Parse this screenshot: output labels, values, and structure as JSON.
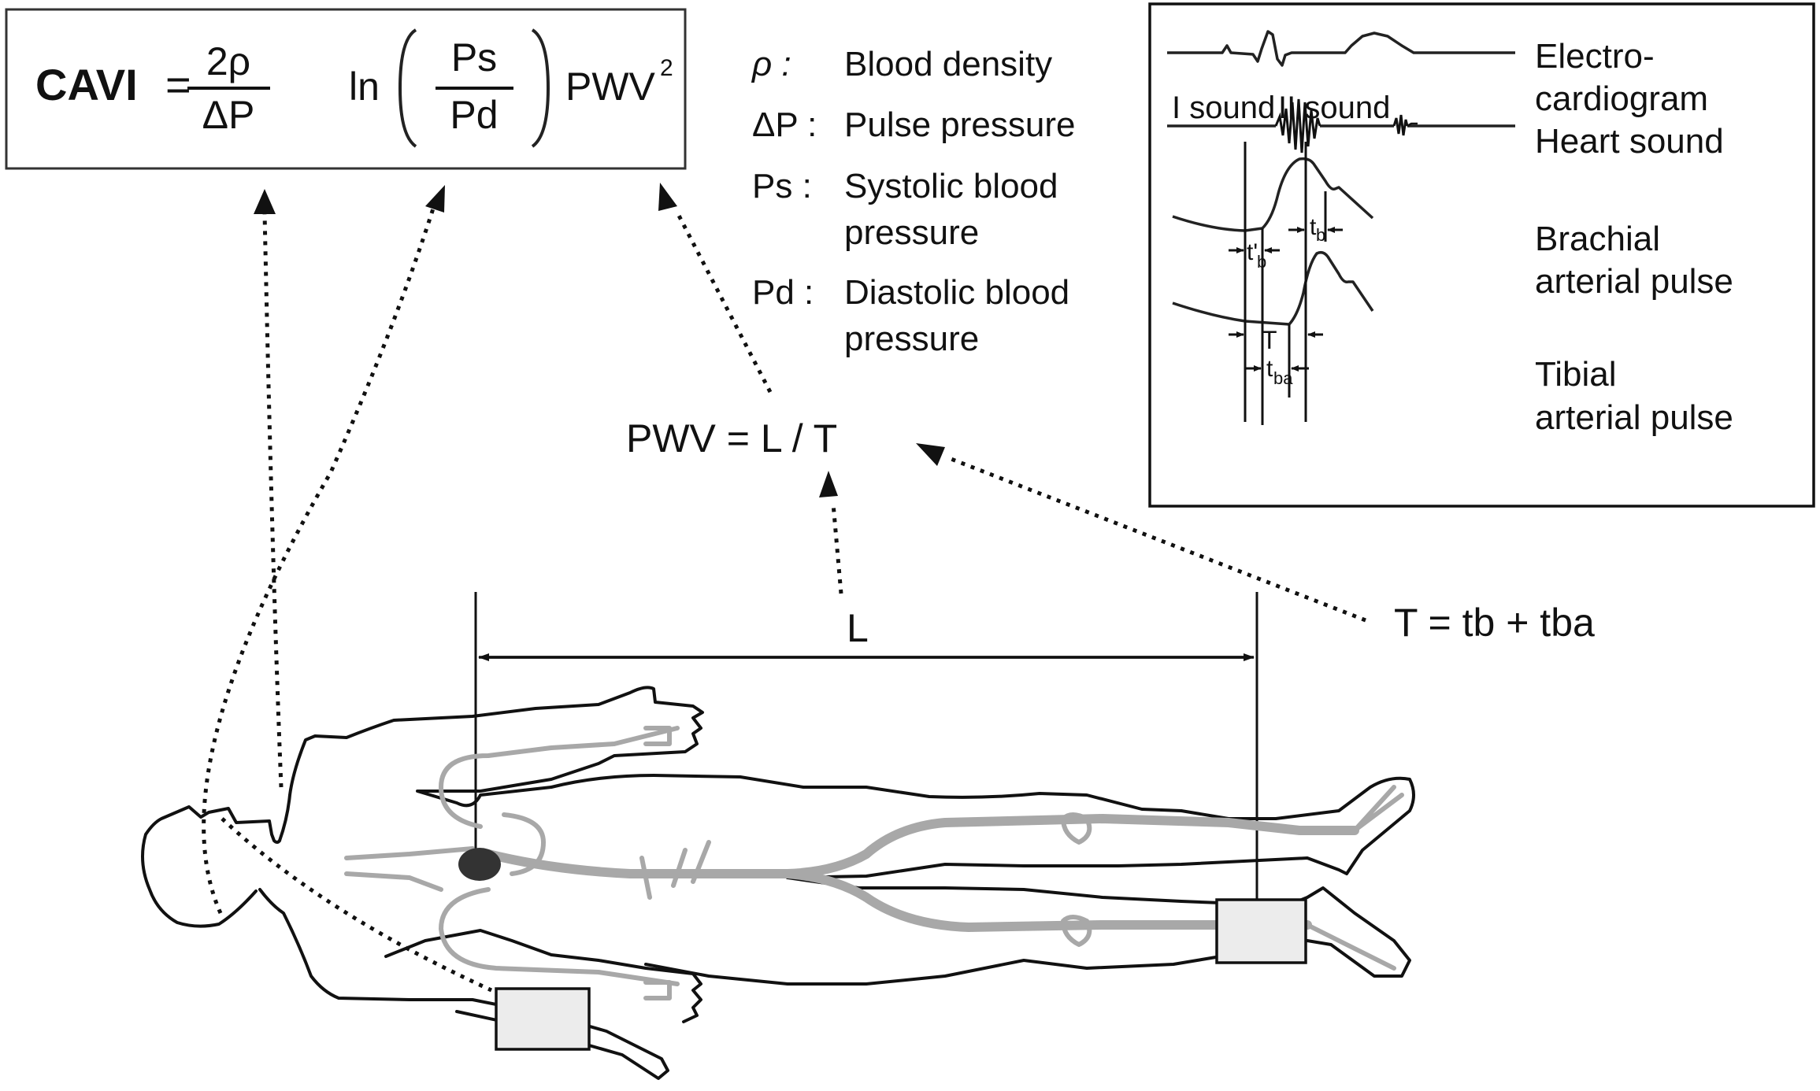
{
  "formula_box": {
    "lhs": "CAVI",
    "equals": "=",
    "fraction1_numerator": "2ρ",
    "fraction1_denominator": "ΔP",
    "ln": "ln",
    "fraction2_numerator": "Ps",
    "fraction2_denominator": "Pd",
    "pwv": "PWV",
    "pwv_exponent": "2"
  },
  "legend": [
    {
      "symbol": "ρ :",
      "lines": [
        "Blood density"
      ]
    },
    {
      "symbol": "ΔP :",
      "lines": [
        "Pulse pressure"
      ]
    },
    {
      "symbol": "Ps :",
      "lines": [
        "Systolic blood",
        "pressure"
      ]
    },
    {
      "symbol": "Pd :",
      "lines": [
        "Diastolic blood",
        "pressure"
      ]
    }
  ],
  "pwv_formula": "PWV = L / T",
  "length_label": "L",
  "time_formula": "T = tb + tba",
  "inset": {
    "signals": [
      {
        "name": "ecg",
        "label_lines": [
          "Electro-",
          "cardiogram"
        ]
      },
      {
        "name": "heart-sound",
        "label_lines": [
          "Heart sound"
        ]
      },
      {
        "name": "brachial",
        "label_lines": [
          "Brachial",
          "arterial pulse"
        ]
      },
      {
        "name": "tibial",
        "label_lines": [
          "Tibial",
          "arterial pulse"
        ]
      }
    ],
    "sound_labels": [
      "I sound",
      "II sound"
    ],
    "intervals": {
      "t_prime_b": {
        "main": "t'",
        "sub": "b"
      },
      "tb": {
        "main": "t",
        "sub": "b"
      },
      "T": {
        "main": "T",
        "sub": ""
      },
      "tba": {
        "main": "t",
        "sub": "ba"
      }
    }
  },
  "colors": {
    "ink": "#111111",
    "vessel_gray": "#a8a8a8",
    "cuff_fill": "#ececec",
    "heart_fill": "#333333"
  }
}
